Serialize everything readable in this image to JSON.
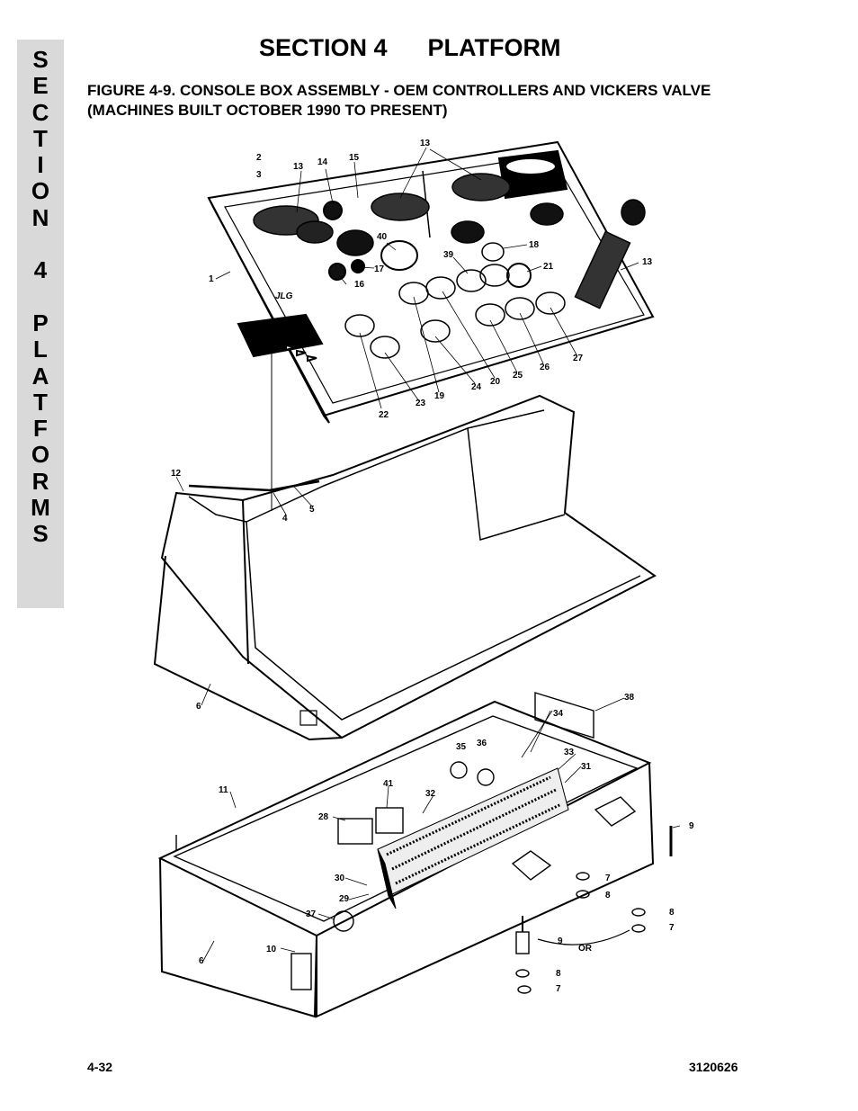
{
  "side_tab": {
    "text": "S\nE\nC\nT\nI\nO\nN\n\n4\n\nP\nL\nA\nT\nF\nO\nR\nM\nS"
  },
  "header": {
    "section_title": "SECTION 4      PLATFORM"
  },
  "figure": {
    "caption": "FIGURE 4-9.   CONSOLE BOX ASSEMBLY - OEM CONTROLLERS AND VICKERS VALVE (MACHINES BUILT OCTOBER 1990 TO PRESENT)",
    "logo_text": "JLG",
    "callouts": {
      "c1": "1",
      "c2": "2",
      "c3": "3",
      "c4": "4",
      "c5": "5",
      "c6a": "6",
      "c6b": "6",
      "c7a": "7",
      "c7b": "7",
      "c7c": "7",
      "c8a": "8",
      "c8b": "8",
      "c8c": "8",
      "c9a": "9",
      "c9b": "9",
      "c10": "10",
      "c11": "11",
      "c12": "12",
      "c13a": "13",
      "c13b": "13",
      "c13c": "13",
      "c14": "14",
      "c15": "15",
      "c16": "16",
      "c17": "17",
      "c18": "18",
      "c19": "19",
      "c20": "20",
      "c21": "21",
      "c22": "22",
      "c23": "23",
      "c24": "24",
      "c25": "25",
      "c26": "26",
      "c27": "27",
      "c28": "28",
      "c29": "29",
      "c30": "30",
      "c31": "31",
      "c32": "32",
      "c33": "33",
      "c34": "34",
      "c35": "35",
      "c36": "36",
      "c37": "37",
      "c38": "38",
      "c39": "39",
      "c40": "40",
      "c41": "41",
      "or": "OR"
    }
  },
  "footer": {
    "page_number": "4-32",
    "doc_number": "3120626"
  }
}
